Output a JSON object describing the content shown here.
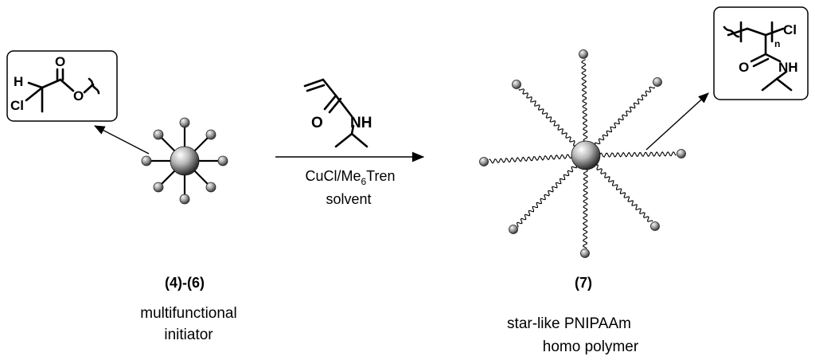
{
  "initiator": {
    "label": "(4)-(6)",
    "caption_line1": "multifunctional",
    "caption_line2": "initiator",
    "inset_atoms": {
      "H": "H",
      "Cl": "Cl",
      "O_carbonyl": "O",
      "O_ester": "O"
    }
  },
  "reaction": {
    "monomer_atoms": {
      "O": "O",
      "NH": "NH"
    },
    "catalyst_prefix": "CuCl/Me",
    "catalyst_subscript": "6",
    "catalyst_suffix": "Tren",
    "solvent": "solvent"
  },
  "product": {
    "label": "(7)",
    "caption_line1": "star-like PNIPAAm",
    "caption_line2": "homo polymer",
    "inset_atoms": {
      "Cl": "Cl",
      "n": "n",
      "O": "O",
      "NH": "NH"
    }
  }
}
